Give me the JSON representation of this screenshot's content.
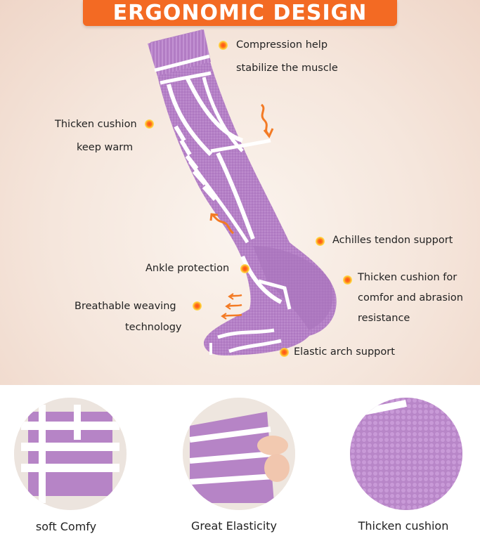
{
  "banner": {
    "title": "ERGONOMIC DESIGN"
  },
  "callouts": {
    "compression": [
      "Compression help",
      "stabilize the muscle"
    ],
    "thicken_warm": [
      "Thicken cushion",
      "keep warm"
    ],
    "achilles": "Achilles tendon support",
    "ankle": "Ankle protection",
    "thicken_abrasion": [
      "Thicken cushion for",
      "comfor and abrasion",
      "resistance"
    ],
    "breathable": [
      "Breathable weaving",
      "technology"
    ],
    "arch": "Elastic arch support"
  },
  "features": [
    {
      "label": "soft Comfy"
    },
    {
      "label": "Great Elasticity"
    },
    {
      "label": "Thicken cushion"
    }
  ],
  "colors": {
    "banner": "#f36a23",
    "sock_purple": "#b77fc9",
    "sock_white": "#ffffff",
    "accent_orange": "#ff7a1a"
  },
  "icons": [
    "feature-dot-icon",
    "wave-arrow-icon"
  ]
}
